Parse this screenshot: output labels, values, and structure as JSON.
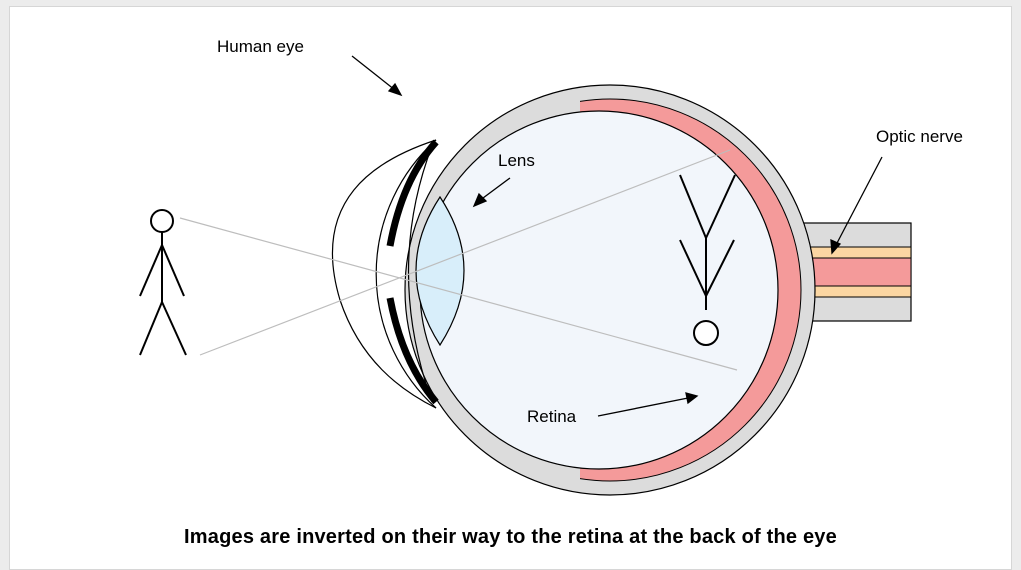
{
  "labels": {
    "human_eye": "Human eye",
    "lens": "Lens",
    "optic_nerve": "Optic nerve",
    "retina": "Retina"
  },
  "caption": "Images are inverted on their way to the retina at the back of the eye",
  "colors": {
    "sclera": "#dcdcdc",
    "retina": "#f49a9a",
    "nerve_inner": "#f49a9a",
    "nerve_sheath": "#fbd6a2",
    "vitreous": "#f2f6fb",
    "lens": "#d8eefa",
    "ray": "#bdbdbd"
  }
}
